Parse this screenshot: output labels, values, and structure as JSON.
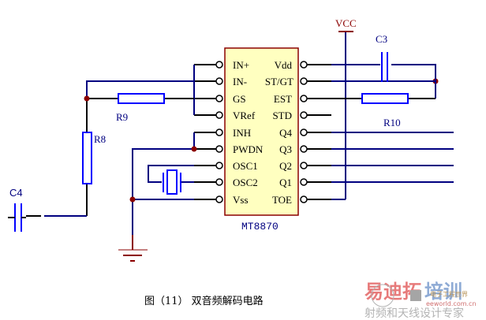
{
  "diagram": {
    "chip": {
      "part": "MT8870",
      "left_pins": [
        "IN+",
        "IN-",
        "GS",
        "VRef",
        "INH",
        "PWDN",
        "OSC1",
        "OSC2",
        "Vss"
      ],
      "right_pins": [
        "Vdd",
        "ST/GT",
        "EST",
        "STD",
        "Q4",
        "Q3",
        "Q2",
        "Q1",
        "TOE"
      ]
    },
    "components": {
      "vcc": "VCC",
      "c3": "C3",
      "r10": "R10",
      "r9": "R9",
      "r8": "R8",
      "c4": "C4"
    },
    "caption": "图（11） 双音频解码电路",
    "watermark": {
      "brand_red": "易迪拓",
      "brand_blue": "培训",
      "site_cn": "电子工程世界",
      "site": "eeworld.com.cn",
      "slogan": "射频和天线设计专家"
    },
    "colors": {
      "wire": "#000080",
      "lead": "#000000",
      "component": "#0000ff",
      "junction": "#8b0000",
      "chip_fill": "#ffffc0",
      "chip_border": "#8b0000"
    }
  }
}
